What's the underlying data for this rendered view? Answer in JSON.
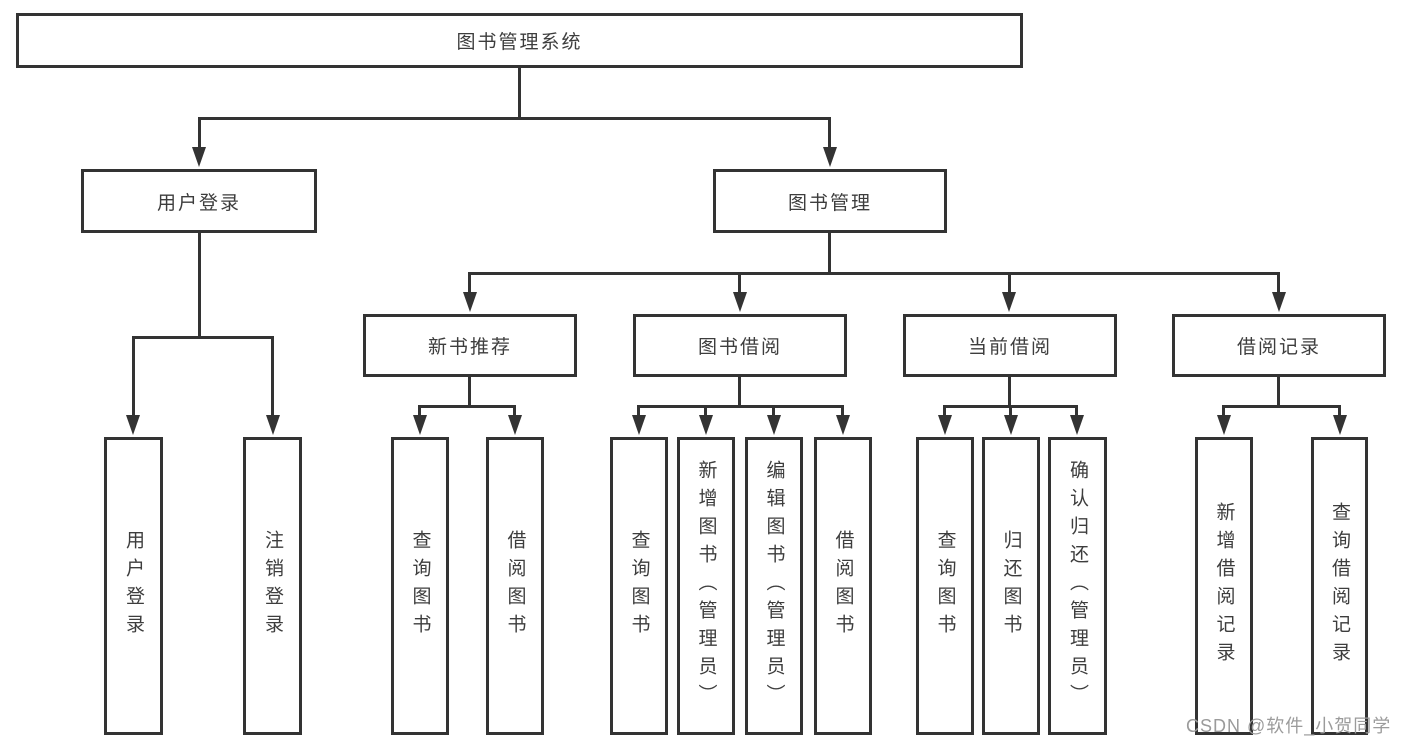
{
  "diagram_title": "图书管理系统",
  "tree": {
    "root": {
      "label": "图书管理系统"
    },
    "branches": [
      {
        "label": "用户登录",
        "children": [
          {
            "label": "用户登录"
          },
          {
            "label": "注销登录"
          }
        ]
      },
      {
        "label": "图书管理",
        "sections": [
          {
            "label": "新书推荐",
            "children": [
              {
                "label": "查询图书"
              },
              {
                "label": "借阅图书"
              }
            ]
          },
          {
            "label": "图书借阅",
            "children": [
              {
                "label": "查询图书"
              },
              {
                "label": "新增图书（管理员）"
              },
              {
                "label": "编辑图书（管理员）"
              },
              {
                "label": "借阅图书"
              }
            ]
          },
          {
            "label": "当前借阅",
            "children": [
              {
                "label": "查询图书"
              },
              {
                "label": "归还图书"
              },
              {
                "label": "确认归还（管理员）"
              }
            ]
          },
          {
            "label": "借阅记录",
            "children": [
              {
                "label": "新增借阅记录"
              },
              {
                "label": "查询借阅记录"
              }
            ]
          }
        ]
      }
    ]
  },
  "watermark": "CSDN @软件_小贺同学",
  "colors": {
    "line": "#333333",
    "text": "#3d3d3d",
    "background": "#ffffff",
    "watermark": "#9b9b9b"
  }
}
